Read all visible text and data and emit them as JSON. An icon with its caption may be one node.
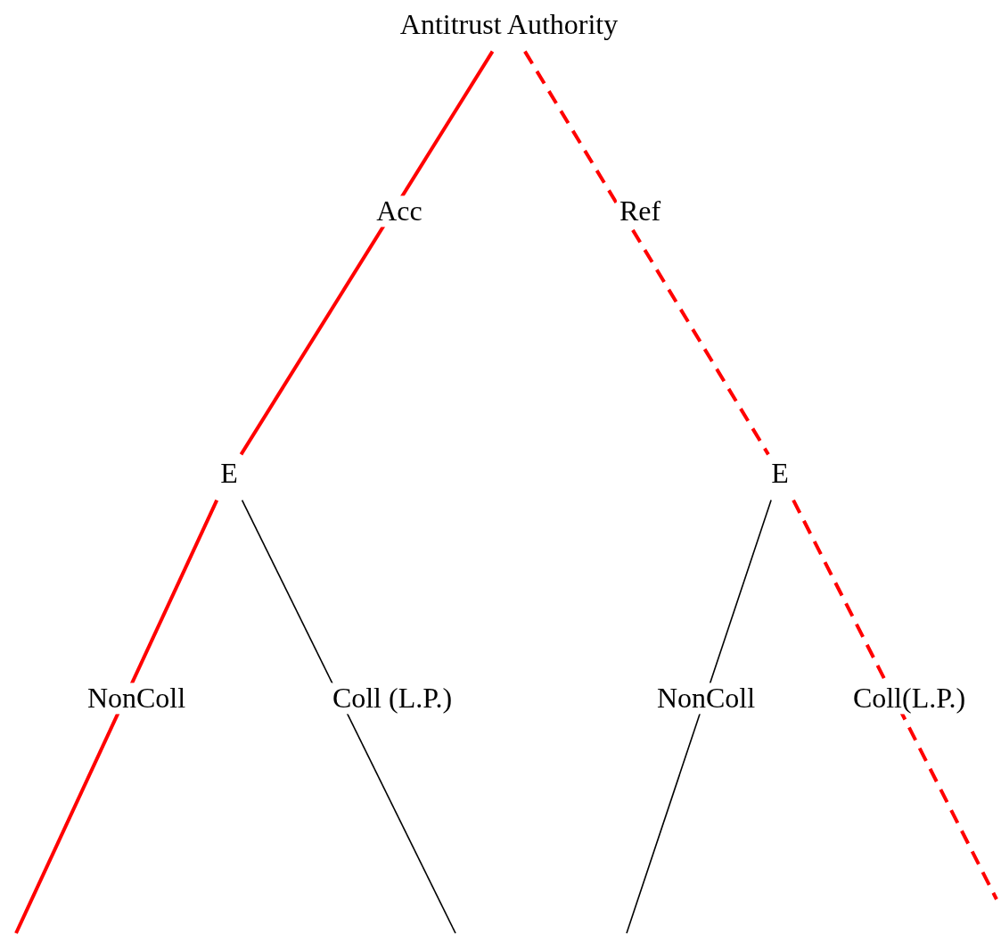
{
  "diagram": {
    "nodes": [
      {
        "text": [
          "Antitrust Authority"
        ]
      },
      {
        "text": [
          "E"
        ]
      },
      {
        "text": [
          "E"
        ]
      }
    ],
    "edges": [
      {
        "from": 0,
        "to": 1,
        "arrow": "none",
        "label": "Acc"
      },
      {
        "from": 0,
        "to": 2,
        "arrow": "none",
        "label": "Ref",
        "style": "dashed"
      },
      {
        "from": 1,
        "to": null,
        "arrow": "none",
        "label": "NonColl"
      },
      {
        "from": 1,
        "to": null,
        "arrow": "none",
        "label": "Coll (L.P.)",
        "color": "#000000"
      },
      {
        "from": 2,
        "to": null,
        "arrow": "none",
        "label": "NonColl",
        "color": "#000000"
      },
      {
        "from": 2,
        "to": null,
        "arrow": "none",
        "label": "Coll(L.P.)",
        "style": "dashed"
      }
    ]
  }
}
